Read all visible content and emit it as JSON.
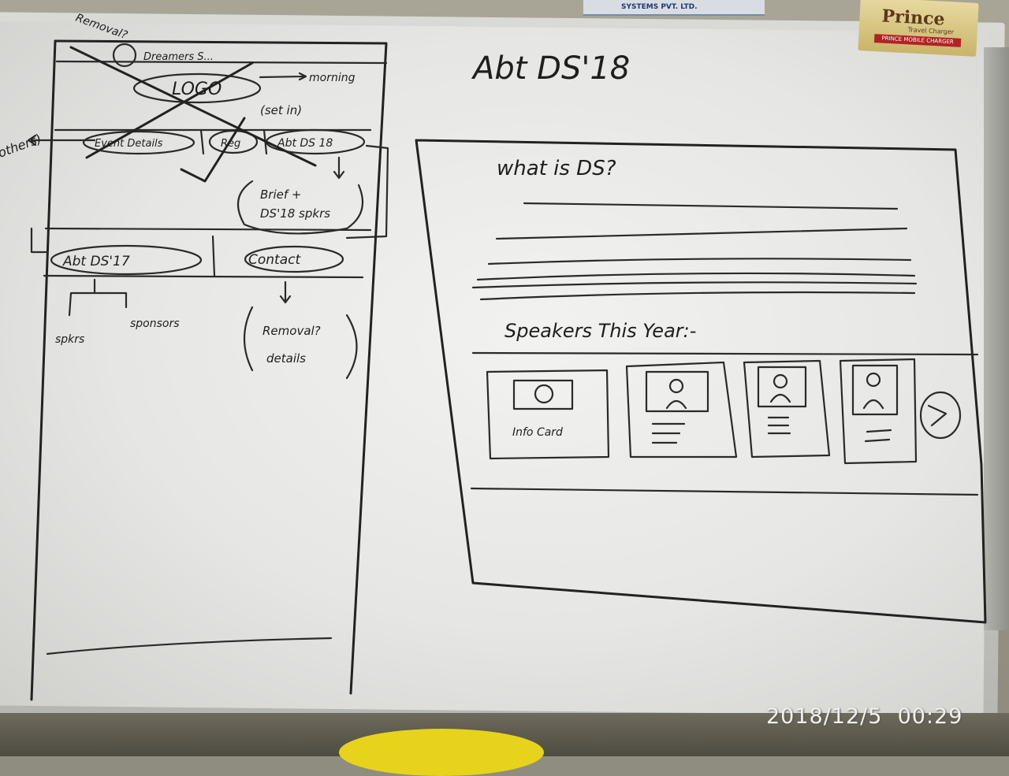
{
  "photo": {
    "timestamp": "2018/12/5  00:29",
    "prince_box": {
      "brand": "Prince",
      "subtitle": "Travel Charger",
      "band": "PRINCE MOBILE CHARGER"
    },
    "paper_text": "SYSTEMS PVT. LTD."
  },
  "left_sketch": {
    "side_note_top": "Removal?",
    "side_note_left": "others)",
    "brand": "Dreamers S...",
    "logo": "LOGO",
    "logo_note": "morning",
    "setin": "(set in)",
    "nav": [
      "Event Details",
      "Reg",
      "Abt DS 18"
    ],
    "brief": [
      "Brief +",
      "DS'18 spkrs"
    ],
    "bottom_nav": [
      "Abt DS'17",
      "Contact"
    ],
    "sub_items": [
      "spkrs",
      "sponsors"
    ],
    "contact_detail": [
      "Removal?",
      "details"
    ]
  },
  "right_sketch": {
    "title": "Abt DS'18",
    "question": "what is DS?",
    "speakers_heading": "Speakers This Year:-",
    "info_card_label": "Info Card",
    "next_icon": "chevron-right-icon"
  }
}
